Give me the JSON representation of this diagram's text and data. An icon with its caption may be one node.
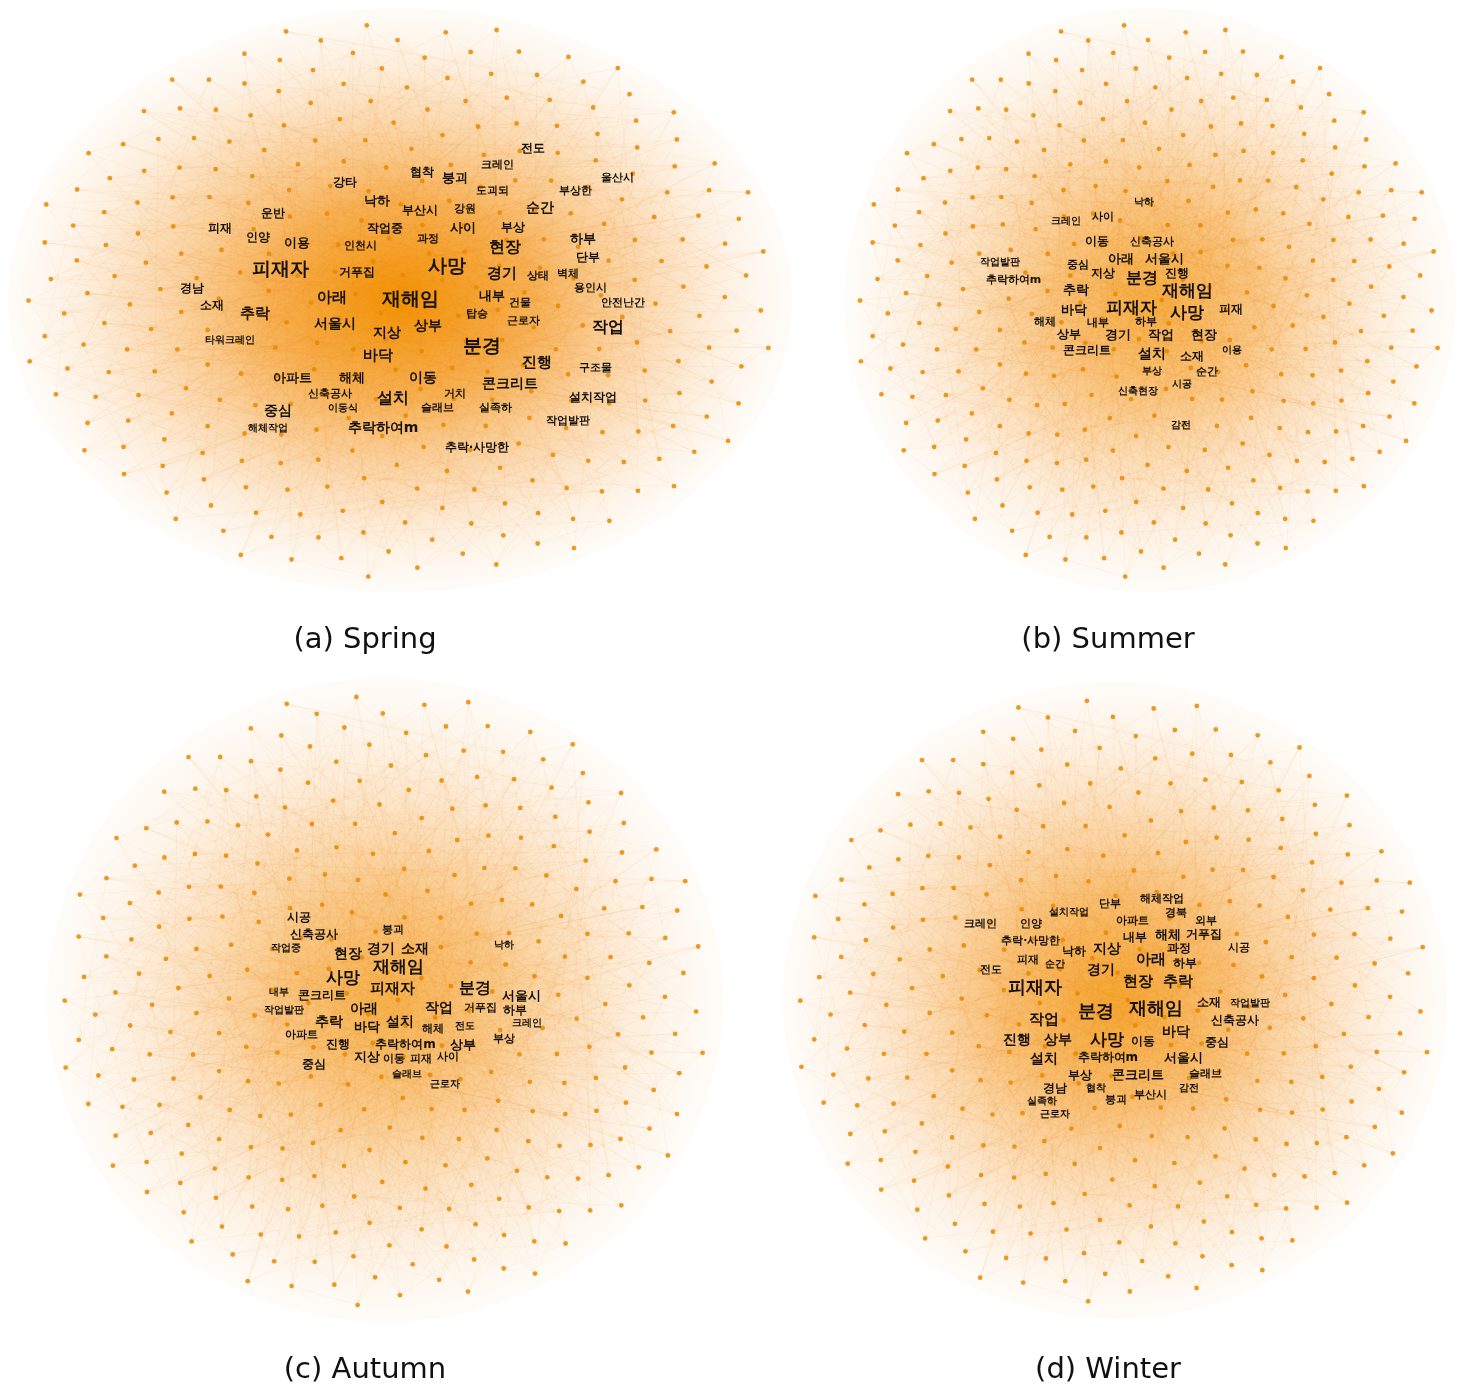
{
  "diagram": {
    "labels": [
      "피재자",
      "사망",
      "재해임",
      "분경",
      "추락",
      "아래",
      "서울시",
      "지상",
      "상부",
      "바닥",
      "아파트",
      "해체",
      "이동",
      "설치",
      "중심",
      "추락하여m",
      "거푸집",
      "현장",
      "경기",
      "작업",
      "진행",
      "콘크리트",
      "순간",
      "하부",
      "사이",
      "내부",
      "부상",
      "단부",
      "근로자",
      "설치작업",
      "작업발판",
      "추락·사망한",
      "슬래브",
      "실족하",
      "구조물",
      "전도",
      "크레인",
      "붕괴",
      "낙하",
      "강타",
      "협착",
      "부산시",
      "작업중",
      "인양",
      "이용",
      "과정",
      "운반",
      "피재",
      "경남",
      "소재",
      "인천시",
      "타워크레인",
      "신축공사",
      "해체작업",
      "거치",
      "이동식",
      "탑승",
      "상태",
      "벽체",
      "용인시",
      "건물",
      "안전난간",
      "울산시",
      "도괴되",
      "부상한",
      "강원",
      "(a) Spring",
      "낙하",
      "크레인",
      "사이",
      "이동",
      "신축공사",
      "작업발판",
      "중심",
      "아래",
      "서울시",
      "추락하여m",
      "지상",
      "분경",
      "진행",
      "추락",
      "재해임",
      "해체",
      "바닥",
      "내부",
      "피재자",
      "하부",
      "사망",
      "피재",
      "상부",
      "경기",
      "작업",
      "현장",
      "콘크리트",
      "설치",
      "소재",
      "이용",
      "부상",
      "순간",
      "신축현장",
      "시공",
      "감전",
      "(b) Summer",
      "시공",
      "신축공사",
      "붕괴",
      "작업중",
      "현장",
      "경기",
      "소재",
      "낙하",
      "사망",
      "재해임",
      "내부",
      "콘크리트",
      "피재자",
      "분경",
      "서울시",
      "작업발판",
      "추락",
      "아래",
      "바닥",
      "설치",
      "해체",
      "작업",
      "전도",
      "거푸집",
      "하부",
      "크레인",
      "아파트",
      "진행",
      "추락하여m",
      "상부",
      "부상",
      "중심",
      "지상",
      "이동",
      "피재",
      "사이",
      "슬래브",
      "근로자",
      "(c) Autumn",
      "크레인",
      "인양",
      "설치작업",
      "단부",
      "아파트",
      "해체작업",
      "경북",
      "외부",
      "추락·사망한",
      "내부",
      "해체",
      "거푸집",
      "낙하",
      "지상",
      "과정",
      "시공",
      "전도",
      "피재",
      "순간",
      "경기",
      "아래",
      "하부",
      "피재자",
      "현장",
      "추락",
      "작업",
      "분경",
      "재해임",
      "소재",
      "신축공사",
      "작업발판",
      "진행",
      "상부",
      "사망",
      "이동",
      "바닥",
      "중심",
      "설치",
      "추락하여m",
      "서울시",
      "부상",
      "콘크리트",
      "슬래브",
      "경남",
      "협착",
      "붕괴",
      "부산시",
      "감전",
      "실족하",
      "근로자",
      "(d) Winter"
    ]
  }
}
